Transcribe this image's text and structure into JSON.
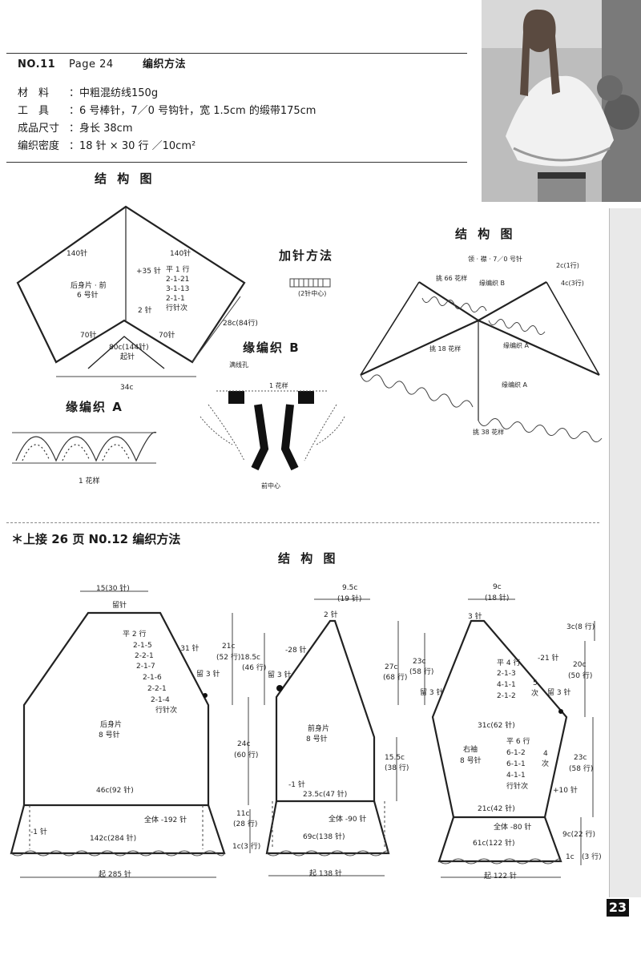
{
  "header": {
    "no": "NO.11",
    "page": "Page 24",
    "title": "编织方法"
  },
  "specs": [
    {
      "label": "材　料",
      "value": "：中粗混纺线150g"
    },
    {
      "label": "工　具",
      "value": "：6 号棒针，7／0 号钩针，宽 1.5cm 的缎带175cm"
    },
    {
      "label": "成品尺寸",
      "value": "：身长 38cm"
    },
    {
      "label": "编织密度",
      "value": "：18 针 × 30 行 ／10cm²"
    }
  ],
  "sections": {
    "struct_left": "结 构 图",
    "struct_right": "结 构 图",
    "increase": "加针方法",
    "edge_a": "缘编织 A",
    "edge_b": "缘编织 B",
    "note12": "＊上接 26 页 N0.12 编织方法",
    "struct_bottom": "结 构 图"
  },
  "cape": {
    "l140": "140针",
    "r140": "140针",
    "body": "后身片 · 前",
    "needle": "6 号针",
    "plus35": "+35 针",
    "rows": [
      "平 1 行",
      "2-1-21",
      "3-1-13",
      "2-1-1",
      "行针次"
    ],
    "st2": "2 针",
    "l70": "70针",
    "r70": "70针",
    "cast": "80c(144针)",
    "start": "起针",
    "w34": "34c",
    "h28": "28c(84行)"
  },
  "increase": {
    "label": "(2针中心)"
  },
  "edgeA": {
    "rep": "1 花样"
  },
  "edgeB": {
    "chain": "满线孔",
    "rep": "1 花样",
    "center": "前中心"
  },
  "cape2": {
    "neck": "领 · 襟 · 7／0 号针",
    "pick66": "挑 66 花样",
    "edgeB": "缘编织 B",
    "r2c": "2c(1行)",
    "r4c": "4c(3行)",
    "pick18": "挑 18 花样",
    "edgeA1": "缘编织 A",
    "edgeA2": "缘编织 A",
    "pick38": "挑 38 花样"
  },
  "back": {
    "w15": "15(30 针)",
    "keep": "留针",
    "rows": [
      "平 2 行",
      "2-1-5",
      "2-2-1",
      "2-1-7",
      "2-1-6",
      "2-2-1",
      "2-1-4",
      "行针次"
    ],
    "m31": "-31 针",
    "keep3": "留 3 针",
    "h21": "21c",
    "h21r": "(52 行)",
    "h18": "18.5c",
    "h18r": "(46 行)",
    "name": "后身片",
    "needle": "8 号针",
    "w46": "46c(92 针)",
    "h24": "24c",
    "h24r": "(60 行)",
    "all192": "全体 -192 针",
    "m1": "-1 针",
    "w142": "142c(284 针)",
    "h11": "11c",
    "h11r": "(28 行)",
    "h1": "1c(3 行)",
    "start": "起 285 针"
  },
  "front": {
    "w95": "9.5c",
    "w95s": "(19 针)",
    "top2": "2 针",
    "m28": "-28 针",
    "keep3": "留 3 针",
    "h27": "27c",
    "h27r": "(68 行)",
    "h23": "23c",
    "h23r": "(58 行)",
    "name": "前身片",
    "needle": "8 号针",
    "h155": "15.5c",
    "h155r": "(38 行)",
    "m1": "-1 针",
    "w235": "23.5c(47 针)",
    "all90": "全体 -90 针",
    "w69": "69c(138 针)",
    "start": "起 138 针"
  },
  "sleeve": {
    "w9": "9c",
    "w9s": "(18 针)",
    "top3": "3 针",
    "h3": "3c(8 行)",
    "m21": "-21 针",
    "rows1": [
      "平 4 行",
      "2-1-3",
      "4-1-1",
      "2-1-2"
    ],
    "times5": "5",
    "ci": "次",
    "h20": "20c",
    "h20r": "(50 行)",
    "keep3a": "留 3 针",
    "keep3b": "留 3 针",
    "w31": "31c(62 针)",
    "name": "右袖",
    "needle": "8 号针",
    "rows2": [
      "平 6 行",
      "6-1-2",
      "6-1-1",
      "4-1-1",
      "行针次"
    ],
    "times4": "4",
    "h23": "23c",
    "h23r": "(58 行)",
    "p10": "+10 针",
    "w21": "21c(42 针)",
    "all80": "全体 -80 针",
    "w61": "61c(122 针)",
    "h9": "9c(22 行)",
    "h1": "1c",
    "h1r": "(3 行)",
    "start": "起 122 针"
  },
  "page_number": "23"
}
